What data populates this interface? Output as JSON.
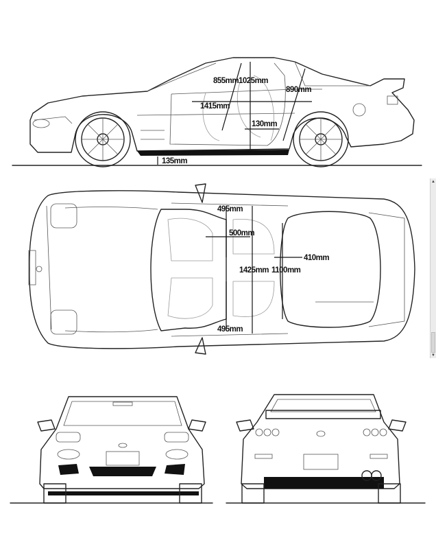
{
  "side_view": {
    "dimensions": {
      "door_diag": "855mm",
      "interior_height": "1025mm",
      "rear_diag": "890mm",
      "cabin_length": "1415mm",
      "seat_gap": "130mm",
      "ground_clearance": "135mm"
    }
  },
  "top_view": {
    "dimensions": {
      "seat_width_top": "495mm",
      "seat_depth": "500mm",
      "cabin_width": "1425mm",
      "rear_width": "1100mm",
      "rear_depth": "410mm",
      "seat_width_bottom": "495mm"
    }
  },
  "scrollbar": {
    "up_icon": "triangle-up",
    "down_icon": "triangle-down"
  }
}
